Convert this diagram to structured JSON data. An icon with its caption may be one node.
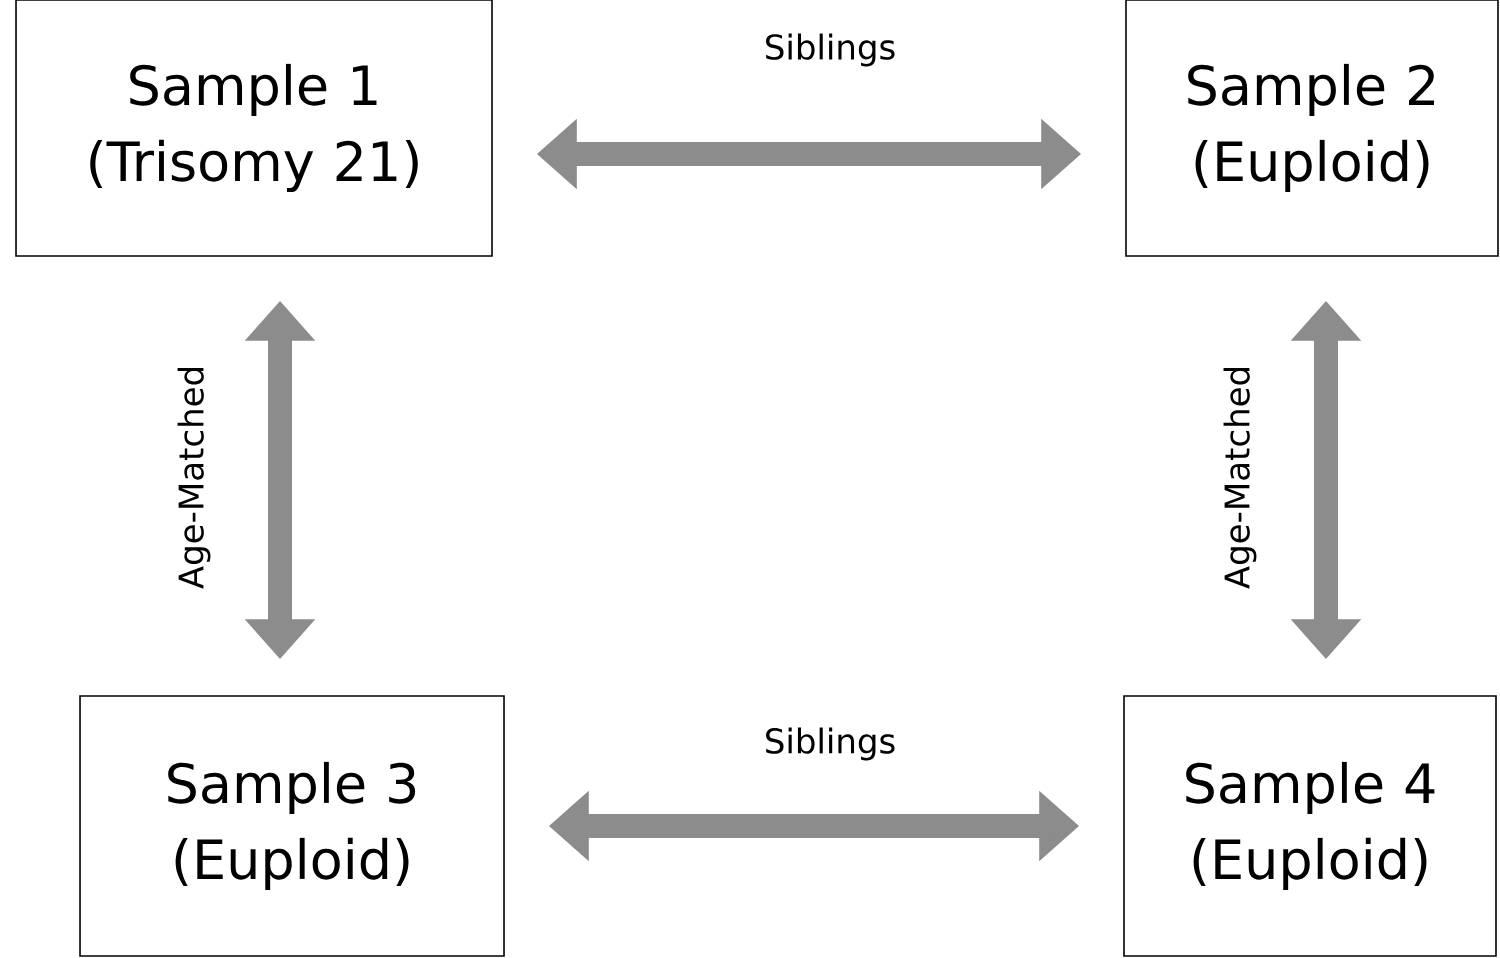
{
  "diagram": {
    "nodes": [
      {
        "text": [
          "Sample 1 (Trisomy 21)"
        ]
      },
      {
        "text": [
          "Sample 2 (Euploid)"
        ]
      },
      {
        "text": [
          "Sample 3 (Euploid)"
        ]
      },
      {
        "text": [
          "Sample 4 (Euploid)"
        ]
      }
    ],
    "edges": [
      {
        "from": 0,
        "to": 1,
        "arrow": "both",
        "label": "Siblings"
      },
      {
        "from": 0,
        "to": 2,
        "arrow": "both",
        "label": "Age-Matched"
      },
      {
        "from": 1,
        "to": 3,
        "arrow": "both",
        "label": "Age-Matched"
      },
      {
        "from": 2,
        "to": 3,
        "arrow": "both",
        "label": "Siblings"
      }
    ]
  }
}
